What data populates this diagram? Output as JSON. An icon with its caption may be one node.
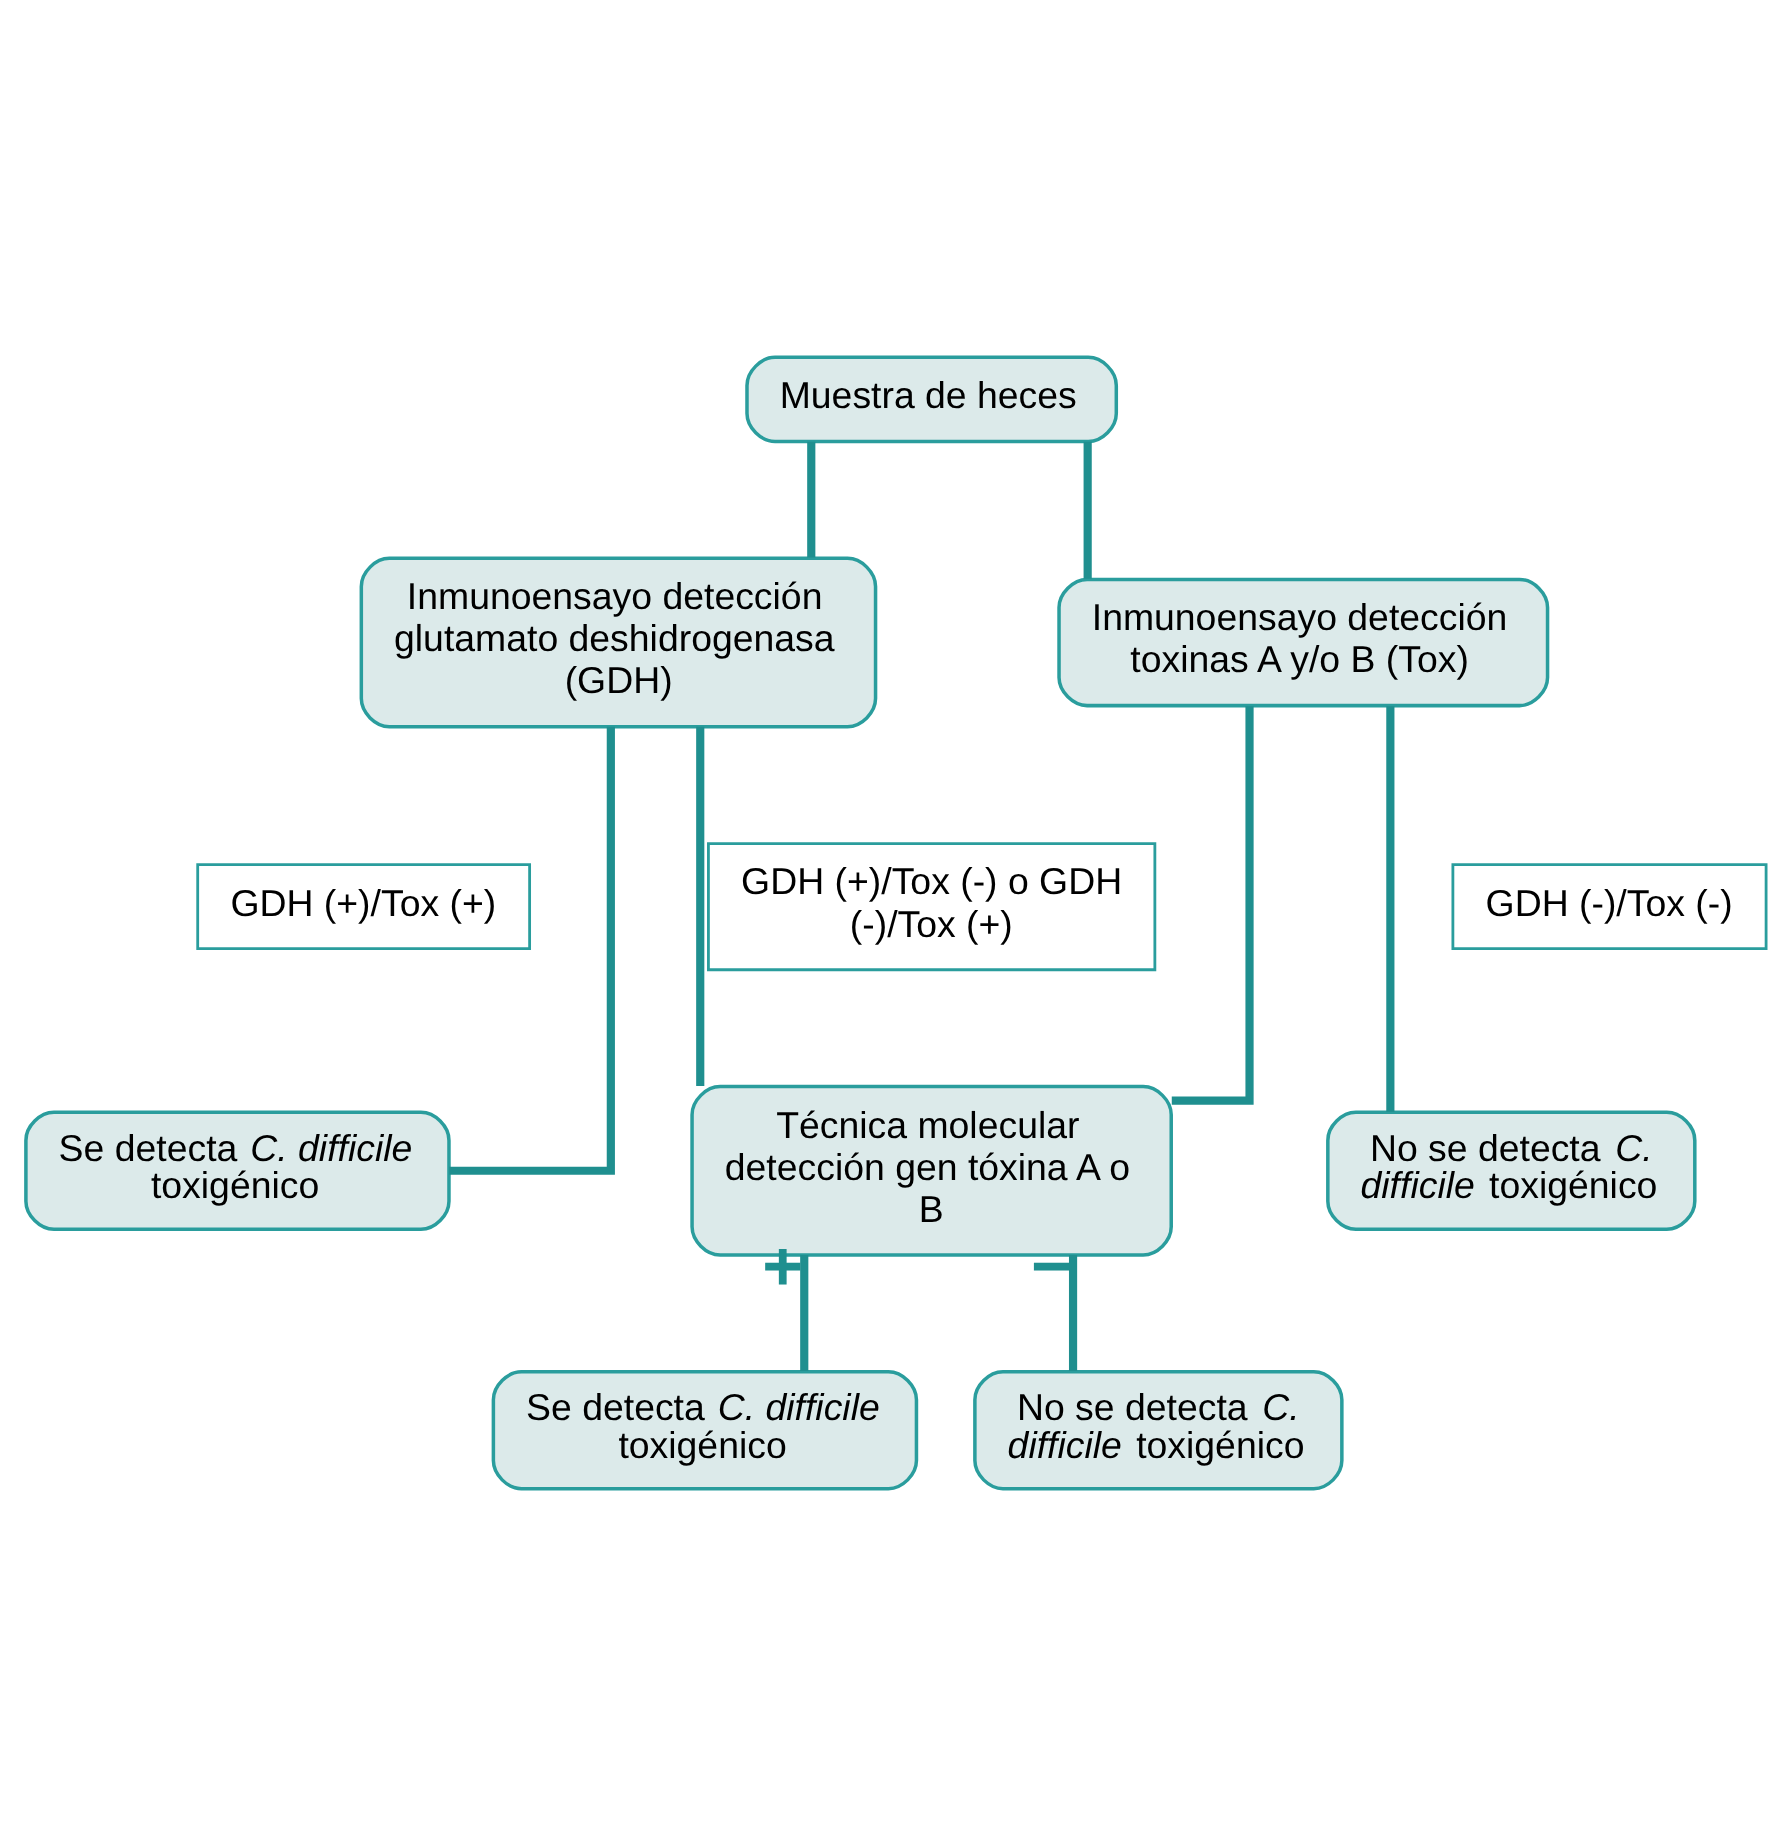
{
  "diagram": {
    "nodes": [
      {
        "text": [
          "Muestra de heces"
        ]
      },
      {
        "text": [
          "Inmunoensayo detección glutamato deshidrogenasa (GDH)"
        ]
      },
      {
        "text": [
          "Inmunoensayo detección toxinas A y/o B (Tox)"
        ]
      },
      {
        "text": [
          "GDH (+)/Tox (+)"
        ]
      },
      {
        "text": [
          "GDH (+)/Tox (-) o GDH (-)/Tox (+)"
        ]
      },
      {
        "text": [
          "GDH (-)/Tox (-)"
        ]
      },
      {
        "text": [
          "Se detecta *C. difficile* toxigénico"
        ]
      },
      {
        "text": [
          "Técnica molecular detección gen tóxina A o B"
        ]
      },
      {
        "text": [
          "No se detecta *C. difficile* toxigénico"
        ]
      },
      {
        "text": [
          "Se detecta *C. difficile* toxigénico"
        ]
      },
      {
        "text": [
          "No se detecta *C. difficile* toxigénico"
        ]
      }
    ],
    "edges": [
      {
        "from": 0,
        "to": 1,
        "arrow": "none"
      },
      {
        "from": 0,
        "to": 2,
        "arrow": "none"
      },
      {
        "from": 1,
        "to": 6,
        "arrow": "none"
      },
      {
        "from": 1,
        "to": 7,
        "arrow": "none"
      },
      {
        "from": 2,
        "to": 7,
        "arrow": "none"
      },
      {
        "from": 2,
        "to": 8,
        "arrow": "none"
      },
      {
        "from": 7,
        "to": 9,
        "label": "+",
        "arrow": "none"
      },
      {
        "from": 7,
        "to": 10,
        "label": "−",
        "arrow": "none"
      }
    ]
  }
}
